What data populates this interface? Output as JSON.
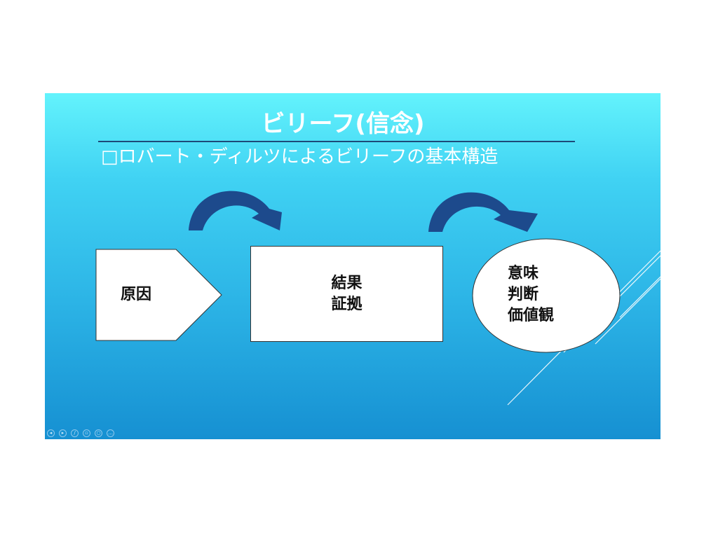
{
  "slide": {
    "title": "ビリーフ(信念)",
    "subtitle": "□ロバート・ディルツによるビリーフの基本構造",
    "cause": "原因",
    "result": [
      "結果",
      "証拠"
    ],
    "meaning": [
      "意味",
      "判断",
      "価値観"
    ]
  },
  "controls": [
    "previous-icon",
    "next-icon",
    "pen-icon",
    "slides-icon",
    "zoom-icon",
    "more-icon"
  ],
  "colors": {
    "arrow": "#1d4a8c",
    "bg_top": "#63f3fc",
    "bg_bottom": "#1690d2"
  }
}
